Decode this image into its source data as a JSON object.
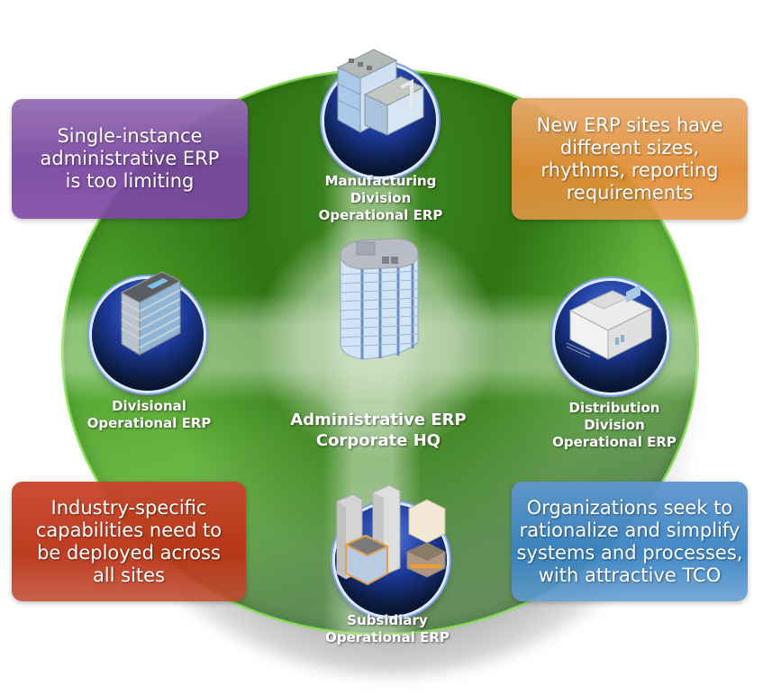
{
  "diagram": {
    "title": "Administrative ERP Corporate HQ",
    "center": {
      "label_line1": "Administrative ERP",
      "label_line2": "Corporate HQ",
      "icon": "office-tower-icon"
    },
    "nodes": [
      {
        "id": "manufacturing",
        "lines": [
          "Manufacturing",
          "Division",
          "Operational ERP"
        ],
        "icon": "factory-building-icon"
      },
      {
        "id": "divisional",
        "lines": [
          "Divisional",
          "Operational ERP"
        ],
        "icon": "office-building-icon"
      },
      {
        "id": "distribution",
        "lines": [
          "Distribution",
          "Division",
          "Operational ERP"
        ],
        "icon": "warehouse-building-icon"
      },
      {
        "id": "subsidiary",
        "lines": [
          "Subsidiary",
          "Operational ERP"
        ],
        "icon": "city-buildings-icon"
      }
    ],
    "callouts": [
      {
        "id": "top-left",
        "text": "Single-instance\nadministrative ERP\nis too limiting",
        "color": "#7b4aa0"
      },
      {
        "id": "top-right",
        "text": "New ERP sites have\ndifferent sizes,\nrhythms, reporting\nrequirements",
        "color": "#e08c34"
      },
      {
        "id": "bottom-left",
        "text": "Industry-specific\ncapabilities need to\nbe deployed across\nall sites",
        "color": "#b9381a"
      },
      {
        "id": "bottom-right",
        "text": "Organizations seek to\nrationalize and simplify\nsystems and processes,\nwith attractive TCO",
        "color": "#3a84c3"
      }
    ],
    "colors": {
      "disc_green": "#4ea42c",
      "orb_blue": "#1c3a9a",
      "road": "#d2e6c8"
    }
  }
}
